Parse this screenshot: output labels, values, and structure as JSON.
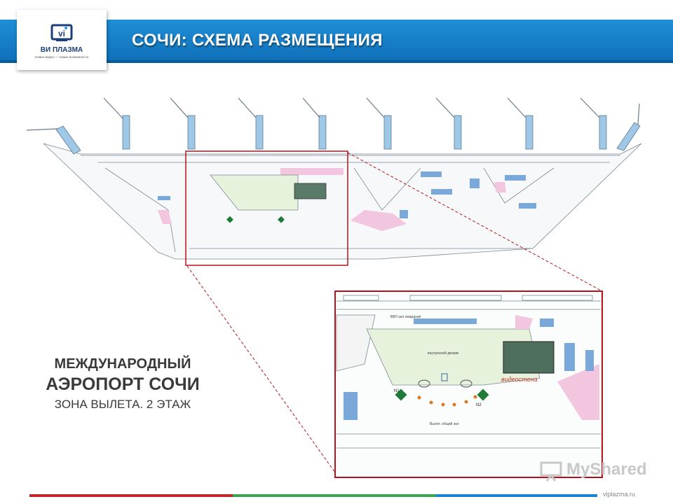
{
  "header": {
    "title": "СОЧИ: СХЕМА РАЗМЕЩЕНИЯ"
  },
  "logo": {
    "name": "ВИ ПЛАЗМА",
    "tagline": "Новые видео — новые возможности",
    "icon": "vi-plasma-monitor-logo"
  },
  "side_text": {
    "line1": "МЕЖДУНАРОДНЫЙ",
    "line2": "АЭРОПОРТ СОЧИ",
    "line3": "ЗОНА ВЫЛЕТА. 2 ЭТАЖ"
  },
  "plan_labels": {
    "waiting_hall": "ВВЛ зал ожидания",
    "courtyard": "внутренний дворик",
    "departure_hall": "Вылет. общий зал",
    "gate_n1": "N1",
    "gate_n2": "N2",
    "video_wall": "видеостена"
  },
  "watermark": {
    "text": "MyShared",
    "icon": "presentation-board-icon"
  },
  "footer": {
    "url": "viplazma.ru"
  },
  "colors": {
    "header_blue": "#1a86cf",
    "frame_red": "#b5121b",
    "accent_pink": "#f2c6de",
    "courtyard_green": "#e6f2dc",
    "footer_red": "#c0272d",
    "footer_green": "#3aa655",
    "footer_blue": "#1a86cf"
  }
}
